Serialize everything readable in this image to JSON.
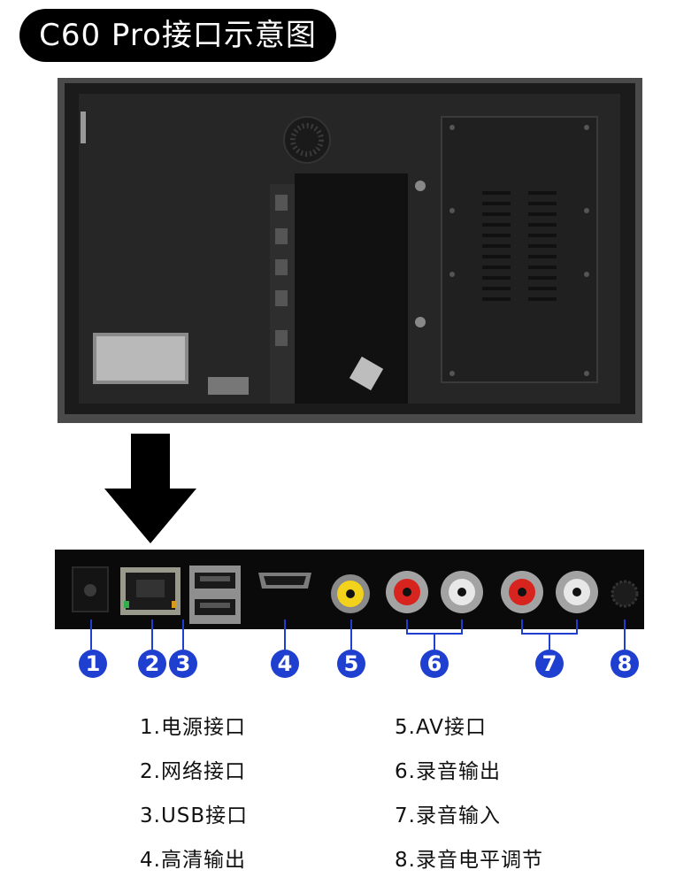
{
  "header": {
    "title": "C60 Pro接口示意图"
  },
  "port_numbers": [
    "1",
    "2",
    "3",
    "4",
    "5",
    "6",
    "7",
    "8"
  ],
  "legend_left": [
    "1.电源接口",
    "2.网络接口",
    "3.USB接口",
    "4.高清输出"
  ],
  "legend_right": [
    "5.AV接口",
    "6.录音输出",
    "7.录音输入",
    "8.录音电平调节"
  ],
  "colors": {
    "badge": "#1f3fd1",
    "title_bg": "#000000",
    "rca_red": "#d8241f",
    "rca_yellow": "#f2d21a"
  }
}
